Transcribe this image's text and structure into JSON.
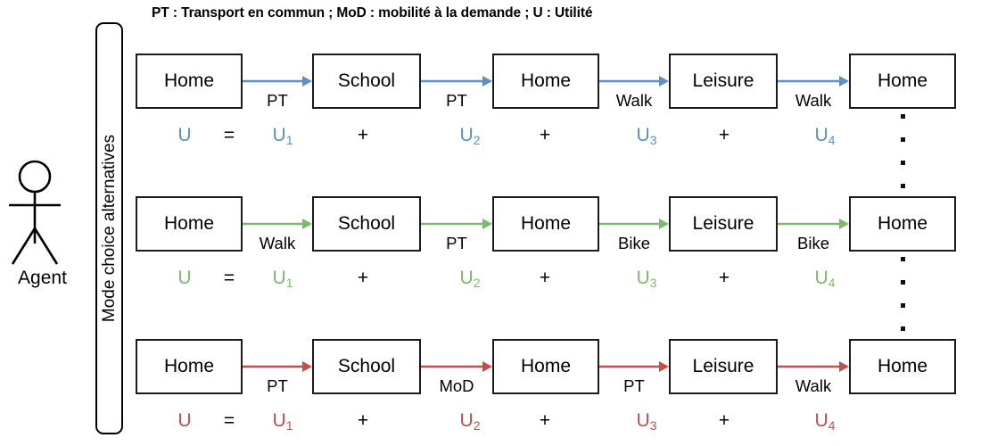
{
  "legend": {
    "text": "PT : Transport en commun ; MoD : mobilité à la demande ; U : Utilité"
  },
  "agent": {
    "label": "Agent",
    "icon": "stick-figure-icon"
  },
  "sidebar": {
    "label": "Mode choice alternatives"
  },
  "colors": {
    "alternative_1": "#5B8FC7",
    "alternative_2": "#7DB96F",
    "alternative_3": "#C0504D",
    "operator": "#000000",
    "box_border": "#1a1a1a"
  },
  "rows": [
    {
      "id": "alternative-1",
      "color": "#5B8FC7",
      "nodes": [
        "Home",
        "School",
        "Home",
        "Leisure",
        "Home"
      ],
      "modes": [
        "PT",
        "PT",
        "Walk",
        "Walk"
      ],
      "formula": {
        "total": "U",
        "equals": "=",
        "plus": "+",
        "terms": [
          "U",
          "U",
          "U",
          "U"
        ],
        "subscripts": [
          "1",
          "2",
          "3",
          "4"
        ]
      }
    },
    {
      "id": "alternative-2",
      "color": "#7DB96F",
      "nodes": [
        "Home",
        "School",
        "Home",
        "Leisure",
        "Home"
      ],
      "modes": [
        "Walk",
        "PT",
        "Bike",
        "Bike"
      ],
      "formula": {
        "total": "U",
        "equals": "=",
        "plus": "+",
        "terms": [
          "U",
          "U",
          "U",
          "U"
        ],
        "subscripts": [
          "1",
          "2",
          "3",
          "4"
        ]
      }
    },
    {
      "id": "alternative-3",
      "color": "#C0504D",
      "nodes": [
        "Home",
        "School",
        "Home",
        "Leisure",
        "Home"
      ],
      "modes": [
        "PT",
        "MoD",
        "PT",
        "Walk"
      ],
      "formula": {
        "total": "U",
        "equals": "=",
        "plus": "+",
        "terms": [
          "U",
          "U",
          "U",
          "U"
        ],
        "subscripts": [
          "1",
          "2",
          "3",
          "4"
        ]
      }
    }
  ]
}
